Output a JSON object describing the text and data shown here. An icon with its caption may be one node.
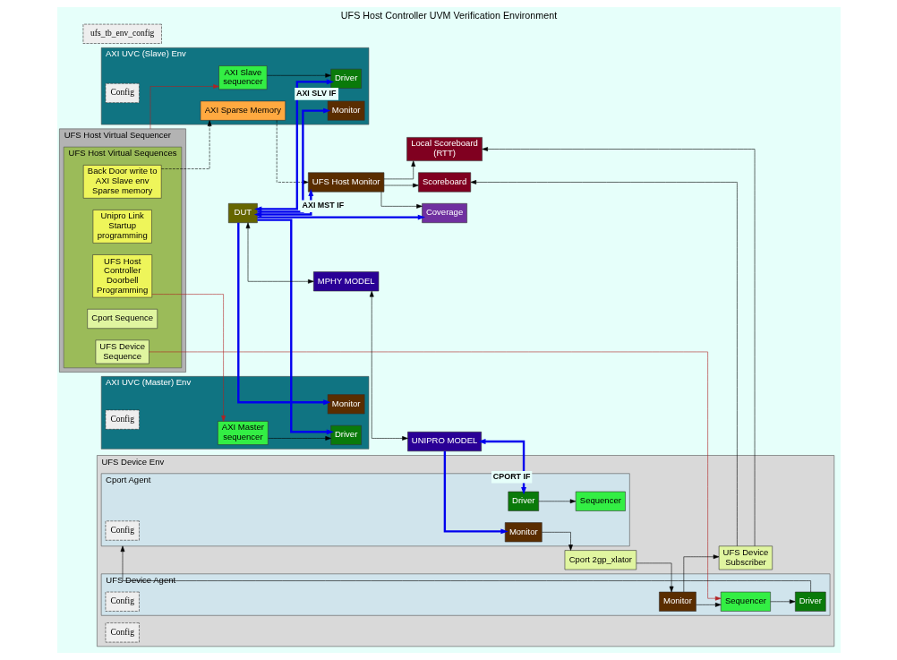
{
  "diagram": {
    "title": "UFS Host Controller UVM Verification Environment",
    "nodes": [
      {
        "text": [
          "UFS Host Virtual Sequencer"
        ]
      },
      {
        "text": [
          "UFS Host Virtual Sequences"
        ],
        "in": 0
      },
      {
        "text": [
          "Back Door write to AXI Slave env Sparse memory"
        ],
        "in": 1
      },
      {
        "text": [
          "Unipro Link Startup programming"
        ],
        "in": 1
      },
      {
        "text": [
          "UFS Host Controller Doorbell Programming"
        ],
        "in": 1
      },
      {
        "text": [
          "Cport Sequence"
        ],
        "in": 1
      },
      {
        "text": [
          "UFS Device Sequence"
        ],
        "in": 1
      },
      {
        "text": [
          "AXI UVC (Slave) Env"
        ]
      },
      {
        "text": [
          "Config"
        ],
        "in": 7
      },
      {
        "text": [
          "AXI Slave sequencer"
        ],
        "in": 7
      },
      {
        "text": [
          "Driver"
        ],
        "in": 7
      },
      {
        "text": [
          "AXI Sparse Memory"
        ],
        "in": 7
      },
      {
        "text": [
          "Monitor"
        ],
        "in": 7
      },
      {
        "text": [
          "ufs_tb_env_config"
        ]
      },
      {
        "text": [
          "UFS Host Monitor"
        ]
      },
      {
        "text": [
          "Coverage"
        ]
      },
      {
        "text": [
          "AXI UVC (Master) Env"
        ]
      },
      {
        "text": [
          "Config"
        ],
        "in": 16
      },
      {
        "text": [
          "AXI Master sequencer"
        ],
        "in": 16
      },
      {
        "text": [
          "Driver"
        ],
        "in": 16
      },
      {
        "text": [
          "Monitor"
        ],
        "in": 16
      },
      {
        "text": [
          "DUT"
        ]
      },
      {
        "text": [
          "MPHY MODEL"
        ]
      },
      {
        "text": [
          "UNIPRO MODEL"
        ]
      },
      {
        "text": [
          "UFS Device Env"
        ]
      },
      {
        "text": [
          "Config"
        ],
        "in": 24
      },
      {
        "text": [
          "Cport Agent"
        ],
        "in": 24
      },
      {
        "text": [
          "Config"
        ],
        "in": 26
      },
      {
        "text": [
          "Driver"
        ],
        "in": 26
      },
      {
        "text": [
          "Monitor"
        ],
        "in": 26
      },
      {
        "text": [
          "Sequencer"
        ],
        "in": 26
      },
      {
        "text": [
          "Cport 2gp_xlator"
        ],
        "in": 24
      },
      {
        "text": [
          "UFS Device Agent"
        ],
        "in": 24
      },
      {
        "text": [
          "Config"
        ],
        "in": 32
      },
      {
        "text": [
          "Driver"
        ],
        "in": 32
      },
      {
        "text": [
          "Monitor"
        ],
        "in": 32
      },
      {
        "text": [
          "Sequencer"
        ],
        "in": 32
      },
      {
        "text": [
          "UFS Device Subscriber"
        ],
        "in": 24
      },
      {
        "text": [
          "Local Scoreboard (RTT)"
        ]
      },
      {
        "text": [
          "Scoreboard"
        ]
      }
    ],
    "edges": [
      {
        "from": 0,
        "to": 9,
        "arrow": "to",
        "color": "#b22222"
      },
      {
        "from": 2,
        "to": 11,
        "arrow": "to",
        "style": "dashed"
      },
      {
        "from": 11,
        "to": 14,
        "arrow": "to",
        "style": "dashed"
      },
      {
        "from": 4,
        "to": 18,
        "arrow": "to",
        "color": "#b22222"
      },
      {
        "from": 6,
        "to": 36,
        "arrow": "to",
        "color": "#b22222"
      },
      {
        "from": 9,
        "to": 10,
        "arrow": "to"
      },
      {
        "from": 18,
        "to": 19,
        "arrow": "to"
      },
      {
        "from": 14,
        "to": 15,
        "arrow": "to"
      },
      {
        "from": 21,
        "to": 10,
        "arrow": "both",
        "label": "AXI SLV IF",
        "style": "thick",
        "color": "#0000ee"
      },
      {
        "from": 21,
        "to": 12,
        "arrow": "to",
        "style": "thick",
        "color": "#0000ee"
      },
      {
        "from": 21,
        "to": 14,
        "arrow": "both",
        "label": "AXI MST IF",
        "style": "thick",
        "color": "#0000ee"
      },
      {
        "from": 21,
        "to": 15,
        "arrow": "to",
        "style": "thick",
        "color": "#0000ee"
      },
      {
        "from": 21,
        "to": 19,
        "arrow": "to",
        "style": "thick",
        "color": "#0000ee"
      },
      {
        "from": 21,
        "to": 20,
        "arrow": "to",
        "style": "thick",
        "color": "#0000ee"
      },
      {
        "from": 21,
        "to": 22,
        "arrow": "both"
      },
      {
        "from": 22,
        "to": 23,
        "arrow": "both"
      },
      {
        "from": 23,
        "to": 28,
        "arrow": "both",
        "label": "CPORT IF",
        "style": "thick",
        "color": "#0000ee"
      },
      {
        "from": 23,
        "to": 29,
        "arrow": "to",
        "style": "thick",
        "color": "#0000ee"
      },
      {
        "from": 28,
        "to": 30,
        "arrow": "to"
      },
      {
        "from": 29,
        "to": 31,
        "arrow": "to"
      },
      {
        "from": 31,
        "to": 35,
        "arrow": "to"
      },
      {
        "from": 35,
        "to": 36,
        "arrow": "to"
      },
      {
        "from": 36,
        "to": 34,
        "arrow": "to"
      },
      {
        "from": 34,
        "to": 26,
        "arrow": "to"
      },
      {
        "from": 35,
        "to": 37,
        "arrow": "to"
      },
      {
        "from": 37,
        "to": 38,
        "arrow": "to"
      },
      {
        "from": 37,
        "to": 39,
        "arrow": "to"
      },
      {
        "from": 14,
        "to": 38,
        "arrow": "to"
      },
      {
        "from": 14,
        "to": 39,
        "arrow": "to"
      }
    ]
  }
}
